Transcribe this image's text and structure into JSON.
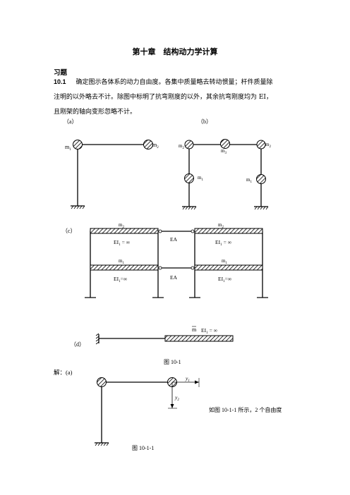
{
  "chapter_title": "第十章　结构动力学计算",
  "section_title": "习题",
  "problem": {
    "number": "10.1",
    "line1": "确定图示各体系的动力自由度。各集中质量略去转动惯量；杆件质量除",
    "line2": "注明的以外略去不计。除图中标明了抗弯刚度的以外，其余抗弯刚度均为 EI，",
    "line3": "且刚架的轴向变形忽略不计。"
  },
  "figure_a": {
    "tag": "（a）",
    "m_left": "m",
    "m_left_sub": "1",
    "m_right": "m",
    "m_right_sub": "2"
  },
  "figure_b": {
    "tag": "（b）",
    "m_top_left": "m",
    "m_top_left_sub": "2",
    "m_top_mid": "m",
    "m_top_mid_sub": "3",
    "m_top_right": "m",
    "m_top_right_sub": "2",
    "m_left_col": "m",
    "m_left_col_sub": "1",
    "m_right_col": "m",
    "m_right_col_sub": "1"
  },
  "figure_c": {
    "tag": "（c）",
    "m_upper": "m",
    "m_upper_sub": "2",
    "m_lower": "m",
    "m_lower_sub": "1",
    "ei_upper": "EI",
    "ei_upper_sub": "1",
    "ei_upper_val": "= ∞",
    "ei_lower": "EI",
    "ei_lower_sub": "1",
    "ei_lower_val": "=∞",
    "ea_label": "EA"
  },
  "figure_d": {
    "tag": "（d）",
    "m_label": "m",
    "ei": "EI",
    "ei_sub": "1",
    "ei_val": "= ∞"
  },
  "figure_caption": "图  10-1",
  "solution_label": "解：(a)",
  "solution_text": "如图 10-1-1 所示，2 个自由度",
  "y1": "y",
  "y1_sub": "1",
  "y2": "y",
  "y2_sub": "2",
  "solution_caption": "图  10-1-1"
}
